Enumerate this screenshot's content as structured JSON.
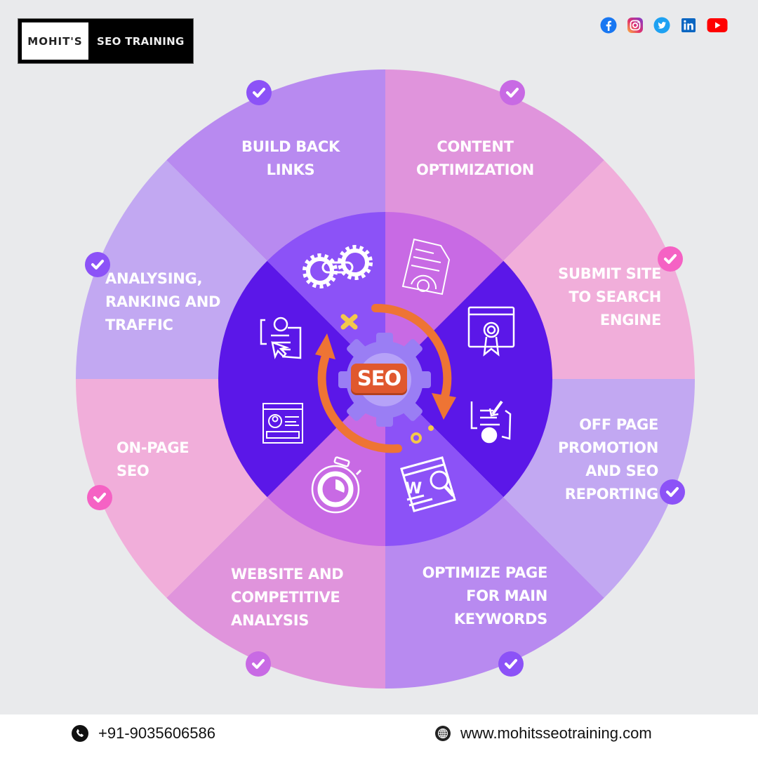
{
  "logo": {
    "left_text": "MOHIT'S",
    "right_text": "SEO TRAINING"
  },
  "social": [
    {
      "name": "facebook-icon",
      "color": "#1877F2"
    },
    {
      "name": "instagram-icon",
      "color": "#C13584"
    },
    {
      "name": "twitter-icon",
      "color": "#1DA1F2"
    },
    {
      "name": "linkedin-icon",
      "color": "#0A66C2"
    },
    {
      "name": "youtube-icon",
      "color": "#FF0000"
    }
  ],
  "wheel": {
    "center_label": "SEO",
    "segments": [
      {
        "label": "CONTENT\nOPTIMIZATION",
        "outer_color": "#E094DC",
        "inner_color": "#C86AE4",
        "check_color": "#C86AE4",
        "icon": "document-gear-icon"
      },
      {
        "label": "SUBMIT SITE\nTO SEARCH\nENGINE",
        "outer_color": "#F1AEDA",
        "inner_color": "#5B17E8",
        "check_color": "#F562C4",
        "icon": "ranking-badge-icon"
      },
      {
        "label": "OFF PAGE\nPROMOTION\nAND SEO\nREPORTING",
        "outer_color": "#C2A8F2",
        "inner_color": "#5B17E8",
        "check_color": "#8C52F7",
        "icon": "download-report-icon"
      },
      {
        "label": "OPTIMIZE PAGE\nFOR MAIN\nKEYWORDS",
        "outer_color": "#B88AF0",
        "inner_color": "#8C52F7",
        "check_color": "#8C52F7",
        "icon": "keyword-search-icon"
      },
      {
        "label": "WEBSITE AND\nCOMPETITIVE\nANALYSIS",
        "outer_color": "#E094DC",
        "inner_color": "#C86AE4",
        "check_color": "#C86AE4",
        "icon": "stopwatch-chart-icon"
      },
      {
        "label": "ON-PAGE\nSEO",
        "outer_color": "#F1AEDA",
        "inner_color": "#5B17E8",
        "check_color": "#F562C4",
        "icon": "profile-page-icon"
      },
      {
        "label": "ANALYSING,\nRANKING AND\nTRAFFIC",
        "outer_color": "#C2A8F2",
        "inner_color": "#5B17E8",
        "check_color": "#8C52F7",
        "icon": "user-click-icon"
      },
      {
        "label": "BUILD BACK\nLINKS",
        "outer_color": "#B88AF0",
        "inner_color": "#8C52F7",
        "check_color": "#8C52F7",
        "icon": "link-gears-icon"
      }
    ]
  },
  "footer": {
    "phone": "+91-9035606586",
    "website": "www.mohitsseotraining.com"
  }
}
